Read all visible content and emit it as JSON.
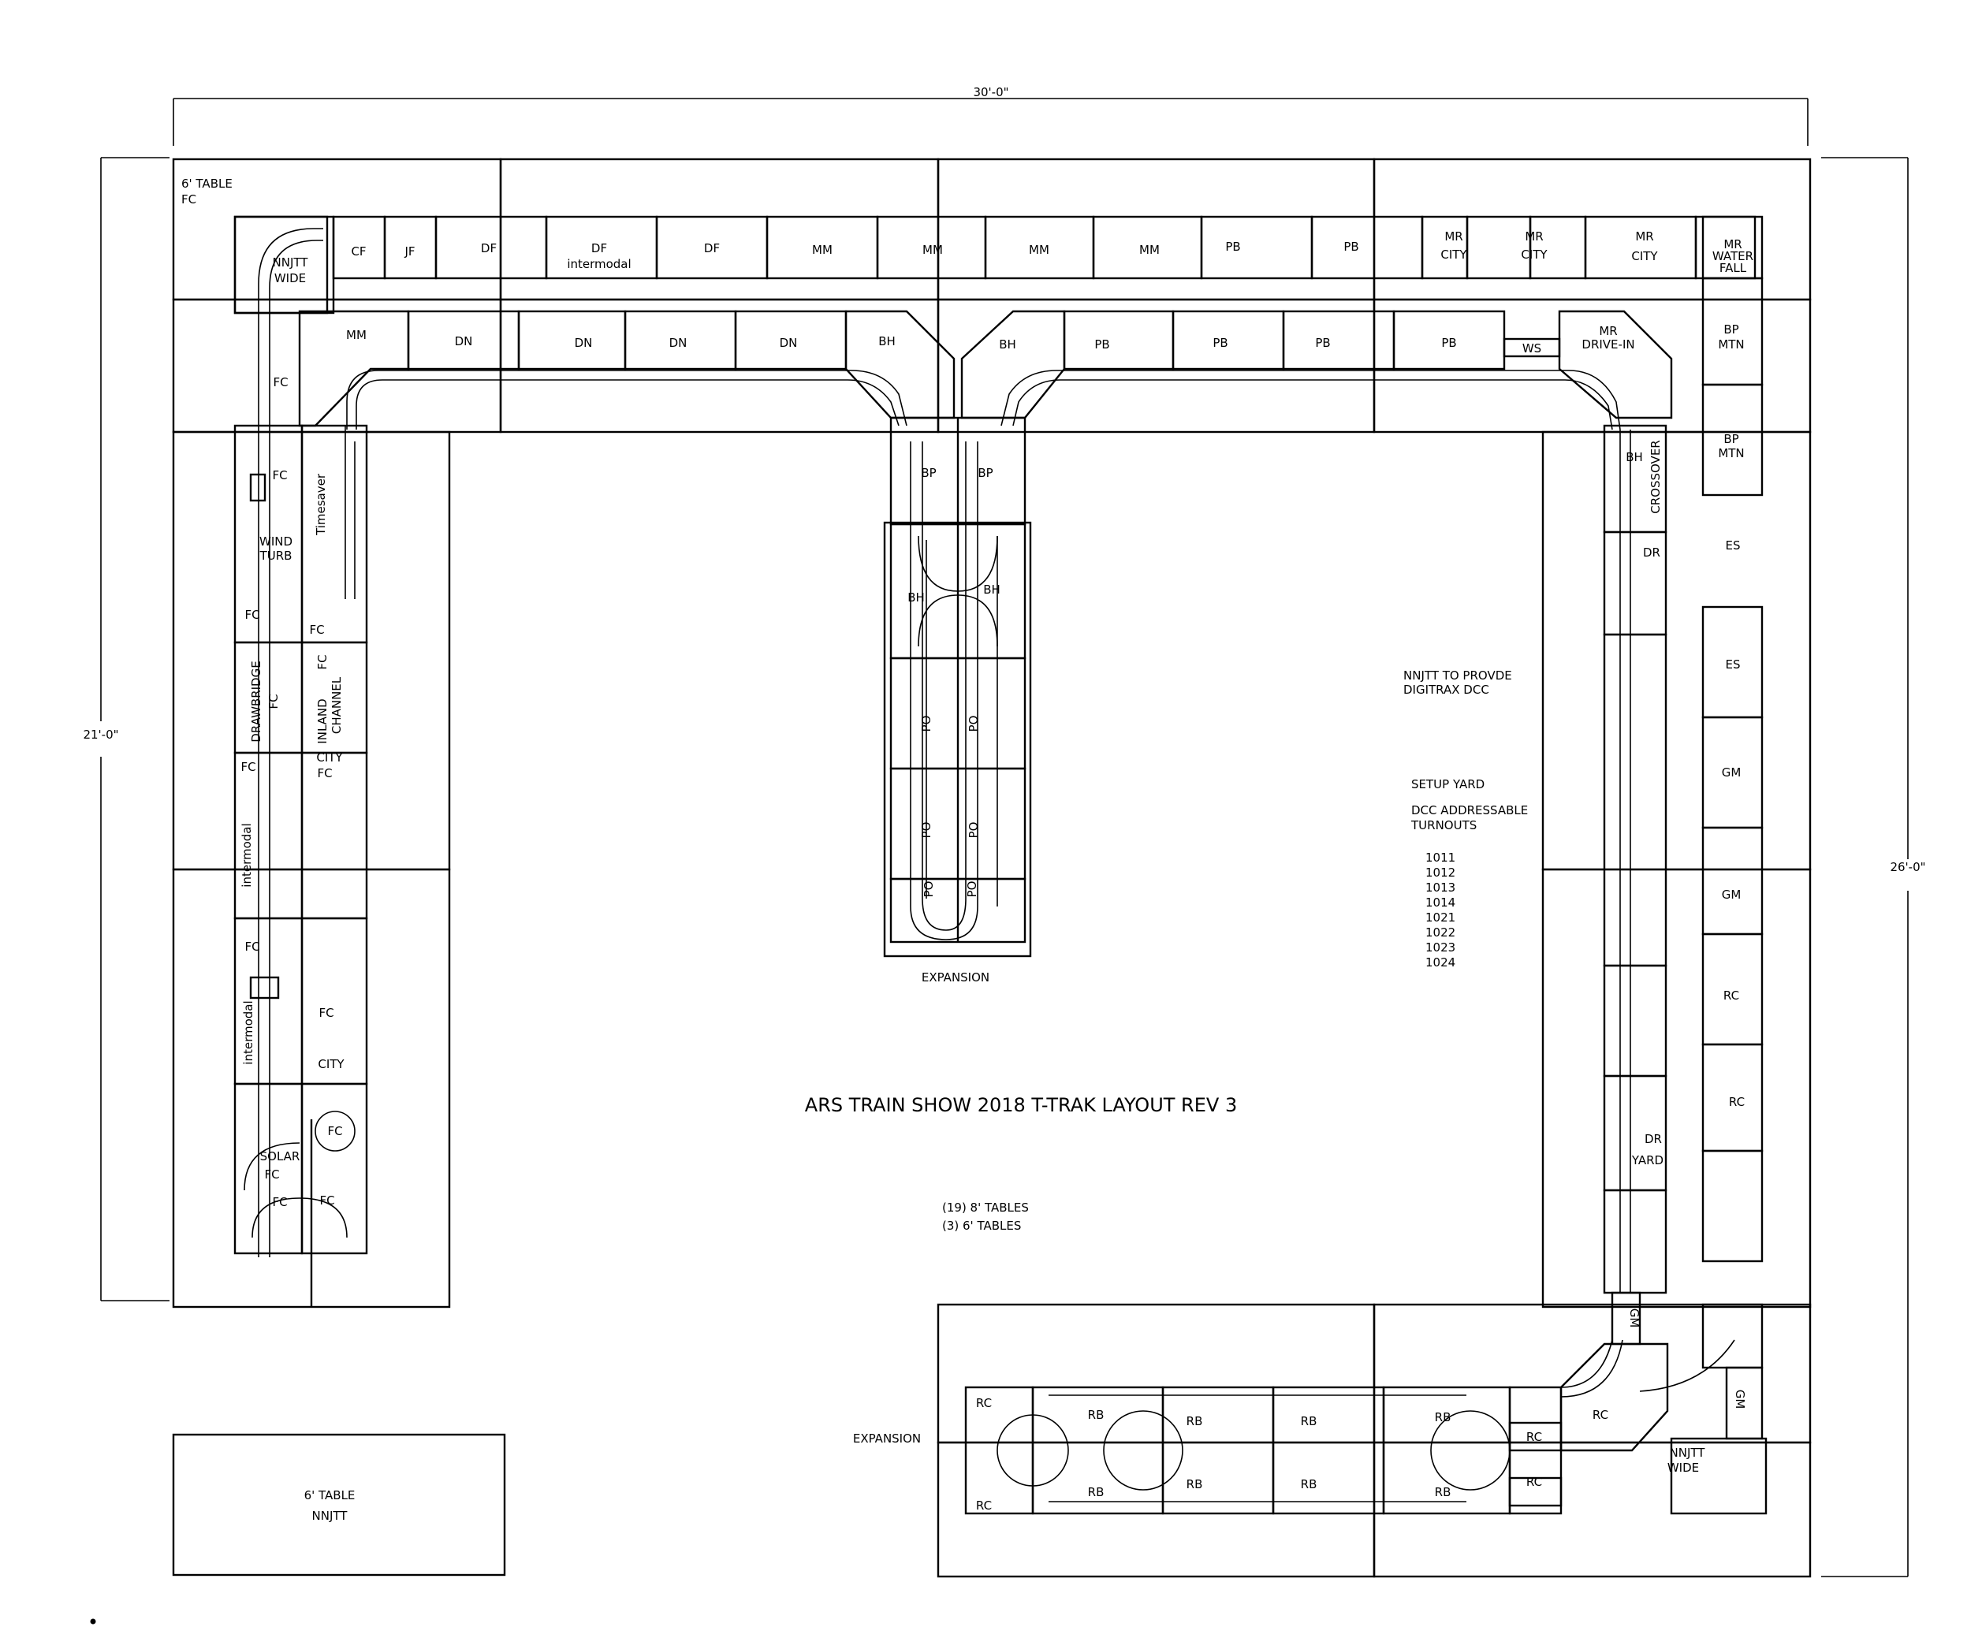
{
  "title": "ARS TRAIN SHOW 2018 T-TRAK LAYOUT REV 3",
  "dimensions": {
    "width": "30'-0\"",
    "left_height": "21'-0\"",
    "right_height": "26'-0\""
  },
  "table_notes": {
    "top_left_table": "6' TABLE",
    "top_left_owner": "FC",
    "bottom_table": "6' TABLE",
    "bottom_owner": "NNJTT",
    "table_count_8": "(19) 8' TABLES",
    "table_count_6": "(3) 6' TABLES"
  },
  "notes": {
    "dcc_1": "NNJTT TO PROVDE",
    "dcc_2": "DIGITRAX DCC",
    "setup_yard": "SETUP YARD",
    "turnouts_1": "DCC ADDRESSABLE",
    "turnouts_2": "TURNOUTS",
    "addresses": [
      "1011",
      "1012",
      "1013",
      "1014",
      "1021",
      "1022",
      "1023",
      "1024"
    ],
    "expansion": "EXPANSION"
  },
  "modules": {
    "top_row": [
      "CF",
      "JF",
      "DF",
      "DF",
      "intermodal",
      "DF",
      "MM",
      "MM",
      "MM",
      "MM",
      "PB",
      "PB",
      "MR",
      "CITY",
      "MR",
      "CITY",
      "MR",
      "CITY"
    ],
    "corner_tl_1": "NNJTT",
    "corner_tl_2": "WIDE",
    "corner_tr": [
      "MR",
      "WATER",
      "FALL"
    ],
    "second_row": [
      "MM",
      "DN",
      "DN",
      "DN",
      "DN",
      "BH",
      "BH",
      "PB",
      "PB",
      "PB",
      "PB",
      "WS",
      "MR",
      "DRIVE-IN"
    ],
    "left_column": [
      "FC",
      "FC",
      "Timesaver",
      "WIND",
      "TURB",
      "FC",
      "FC",
      "DRAWBRIDGE",
      "FC",
      "FC",
      "INLAND",
      "CHANNEL",
      "FC",
      "CITY",
      "FC",
      "intermodal",
      "FC",
      "intermodal",
      "FC",
      "CITY",
      "FC",
      "SOLAR",
      "FC",
      "FC",
      "FC"
    ],
    "peninsula": [
      "BP",
      "BP",
      "BH",
      "BH",
      "PO",
      "PO",
      "PO",
      "PO",
      "PO",
      "PO"
    ],
    "right_column": [
      "BH",
      "CROSSOVER",
      "DR",
      "DR",
      "YARD",
      "GM"
    ],
    "right_wall": [
      "BP",
      "MTN",
      "BP",
      "MTN",
      "ES",
      "ES",
      "GM",
      "GM",
      "RC",
      "RC",
      "GM"
    ],
    "bottom_row": [
      "RC",
      "RC",
      "RB",
      "RB",
      "RB",
      "RB",
      "RB",
      "RB",
      "RB",
      "RB",
      "RC",
      "RC",
      "RC"
    ],
    "corner_br_1": "NNJTT",
    "corner_br_2": "WIDE"
  }
}
